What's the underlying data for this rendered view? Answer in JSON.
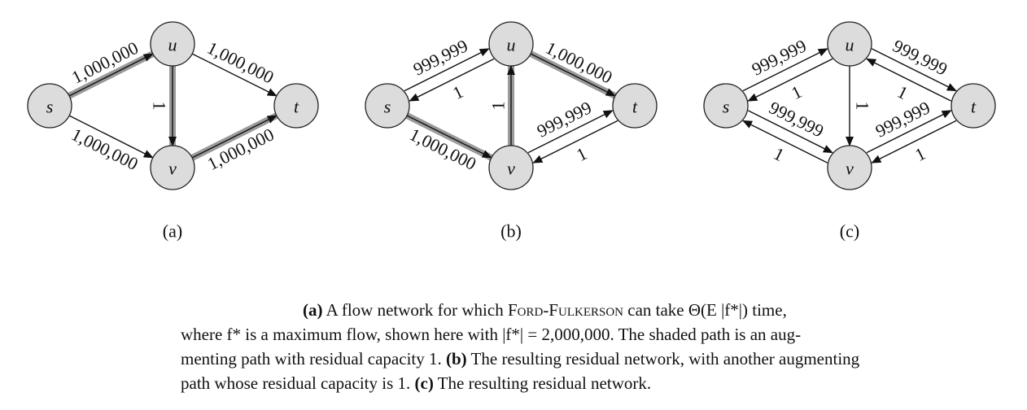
{
  "panels": [
    {
      "id": "a",
      "label": "(a)",
      "nodes": {
        "s": "s",
        "u": "u",
        "v": "v",
        "t": "t"
      },
      "edges": [
        {
          "from": "s",
          "to": "u",
          "label": "1,000,000",
          "shaded": true
        },
        {
          "from": "s",
          "to": "v",
          "label": "1,000,000",
          "shaded": false
        },
        {
          "from": "u",
          "to": "t",
          "label": "1,000,000",
          "shaded": false
        },
        {
          "from": "u",
          "to": "v",
          "label": "1",
          "shaded": true
        },
        {
          "from": "v",
          "to": "t",
          "label": "1,000,000",
          "shaded": true
        }
      ]
    },
    {
      "id": "b",
      "label": "(b)",
      "nodes": {
        "s": "s",
        "u": "u",
        "v": "v",
        "t": "t"
      },
      "edges": [
        {
          "from": "s",
          "to": "u",
          "label": "999,999",
          "shaded": false
        },
        {
          "from": "u",
          "to": "s",
          "label": "1",
          "shaded": false
        },
        {
          "from": "u",
          "to": "t",
          "label": "1,000,000",
          "shaded": true
        },
        {
          "from": "v",
          "to": "u",
          "label": "1",
          "shaded": true
        },
        {
          "from": "s",
          "to": "v",
          "label": "1,000,000",
          "shaded": true
        },
        {
          "from": "v",
          "to": "t",
          "label": "999,999",
          "shaded": false
        },
        {
          "from": "t",
          "to": "v",
          "label": "1",
          "shaded": false
        }
      ]
    },
    {
      "id": "c",
      "label": "(c)",
      "nodes": {
        "s": "s",
        "u": "u",
        "v": "v",
        "t": "t"
      },
      "edges": [
        {
          "from": "s",
          "to": "u",
          "label": "999,999",
          "shaded": false
        },
        {
          "from": "u",
          "to": "s",
          "label": "1",
          "shaded": false
        },
        {
          "from": "u",
          "to": "t",
          "label": "999,999",
          "shaded": false
        },
        {
          "from": "t",
          "to": "u",
          "label": "1",
          "shaded": false
        },
        {
          "from": "u",
          "to": "v",
          "label": "1",
          "shaded": false
        },
        {
          "from": "s",
          "to": "v",
          "label": "999,999",
          "shaded": false
        },
        {
          "from": "v",
          "to": "s",
          "label": "1",
          "shaded": false
        },
        {
          "from": "v",
          "to": "t",
          "label": "999,999",
          "shaded": false
        },
        {
          "from": "t",
          "to": "v",
          "label": "1",
          "shaded": false
        }
      ]
    }
  ],
  "caption": {
    "a_tag": "(a)",
    "a_text_1": "A flow network for which ",
    "algorithm": "Ford-Fulkerson",
    "a_text_2": " can take Θ(E |f*|) time,",
    "line2": "where f* is a maximum flow, shown here with |f*| = 2,000,000. The shaded path is an aug-",
    "line3_a": "menting path with residual capacity 1. ",
    "b_tag": "(b)",
    "line3_b": " The resulting residual network, with another augmenting",
    "line4_a": "path whose residual capacity is 1. ",
    "c_tag": "(c)",
    "line4_b": " The resulting residual network."
  },
  "colors": {
    "node_fill": "#dcdcdc",
    "shade": "#9a9a9a",
    "line": "#111111"
  }
}
